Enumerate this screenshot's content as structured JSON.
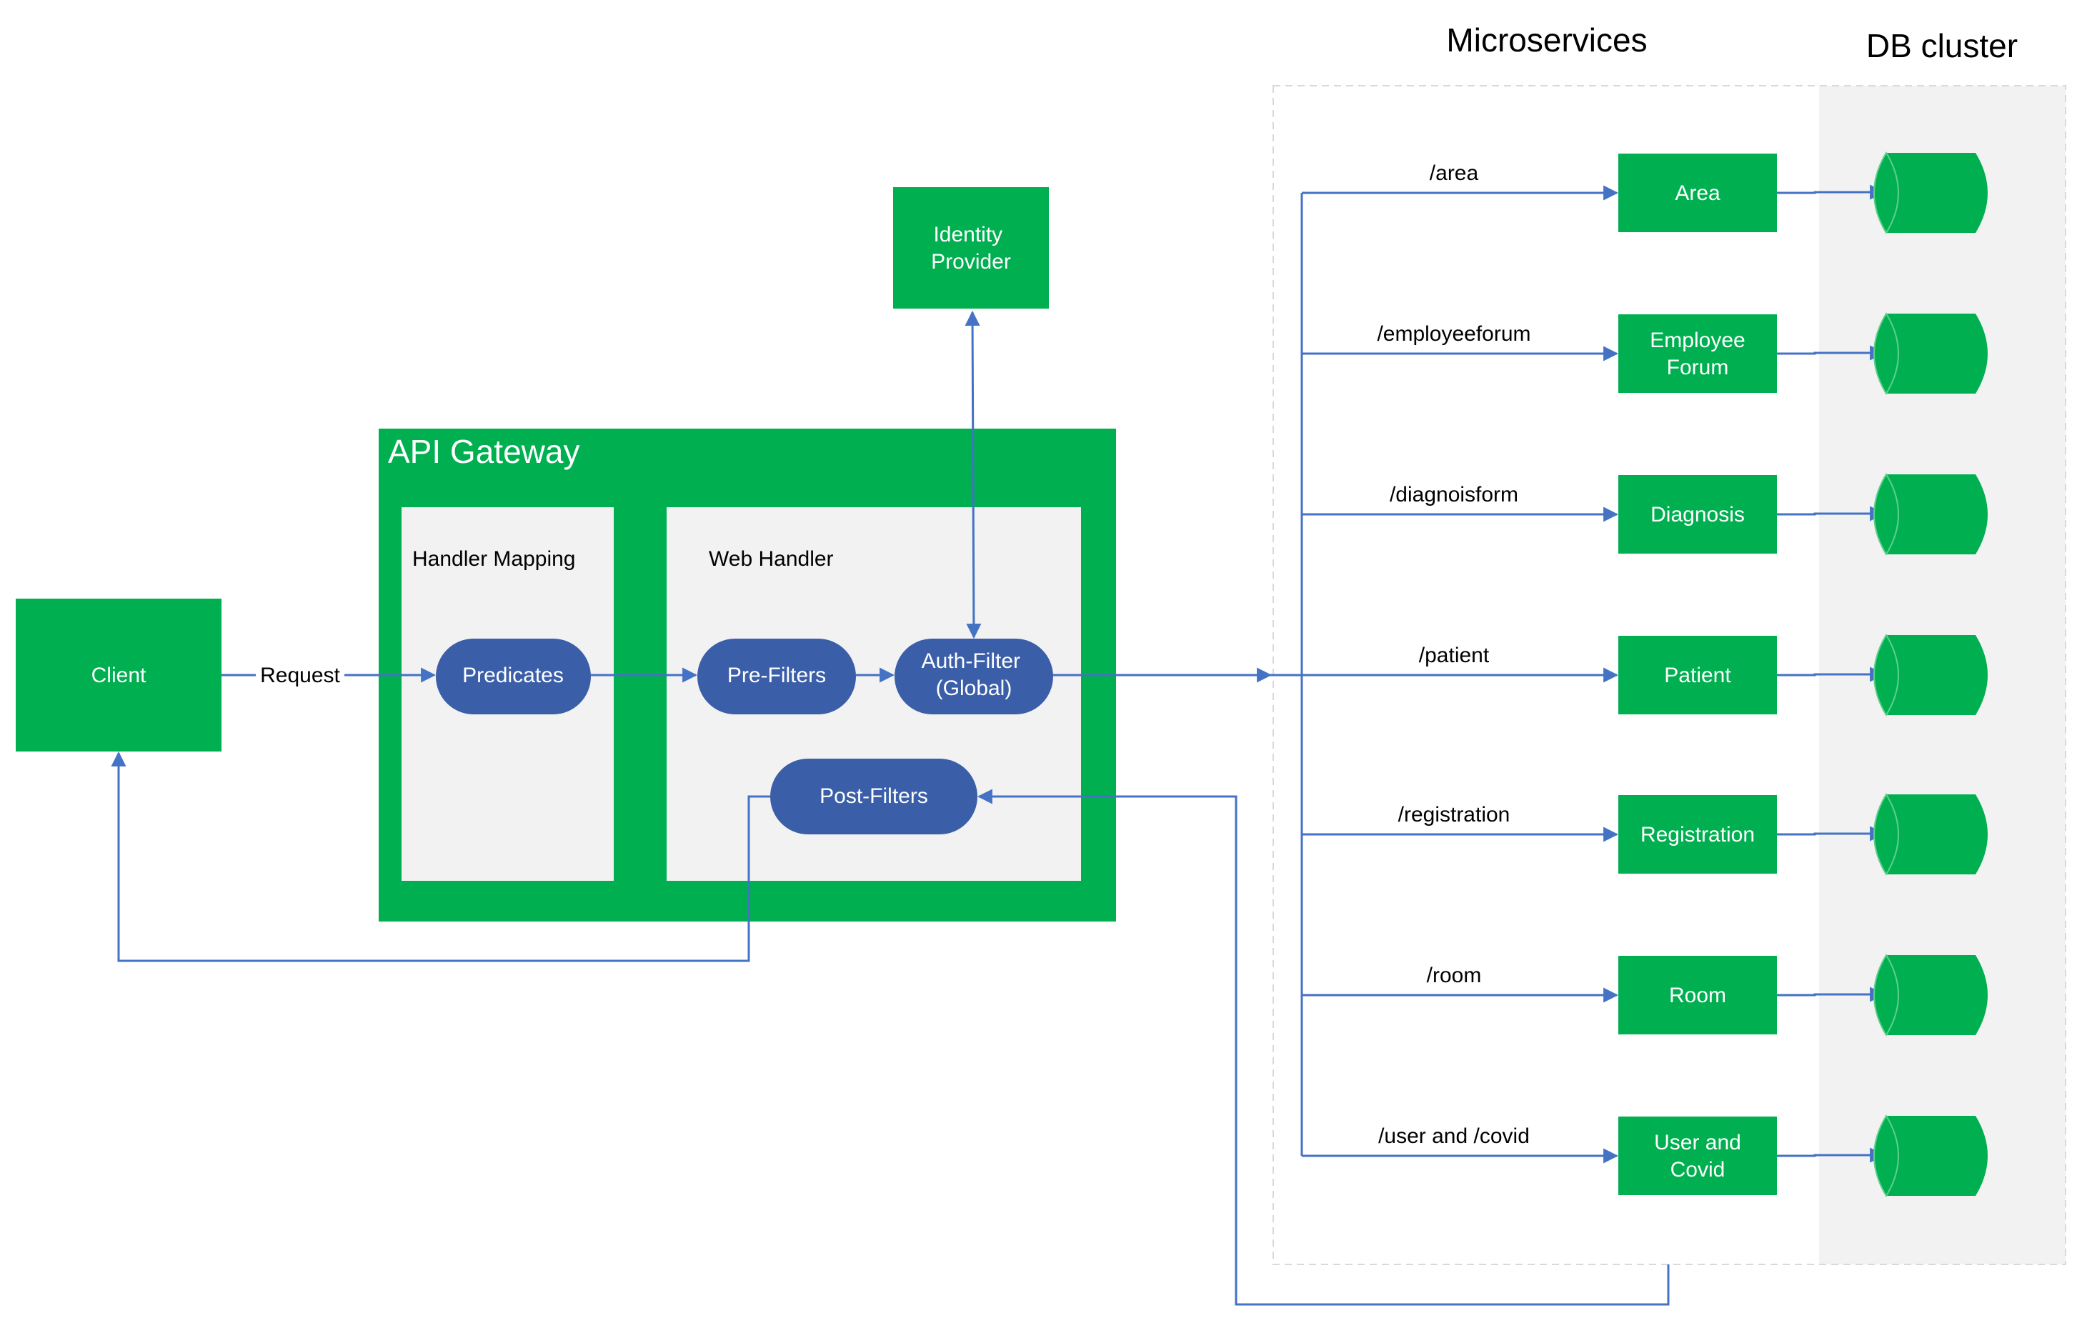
{
  "columns": {
    "microservices": "Microservices",
    "db_cluster": "DB cluster"
  },
  "client": {
    "label": "Client"
  },
  "request_label": "Request",
  "identity_provider": {
    "line1": "Identity",
    "line2": "Provider"
  },
  "gateway": {
    "title": "API Gateway",
    "handler_mapping": "Handler Mapping",
    "web_handler": "Web Handler",
    "predicates": "Predicates",
    "pre_filters": "Pre-Filters",
    "auth_filter": {
      "line1": "Auth-Filter",
      "line2": "(Global)"
    },
    "post_filters": "Post-Filters"
  },
  "routes": [
    {
      "path": "/area",
      "service": [
        "Area"
      ]
    },
    {
      "path": "/employeeforum",
      "service": [
        "Employee",
        "Forum"
      ]
    },
    {
      "path": "/diagnoisform",
      "service": [
        "Diagnosis"
      ]
    },
    {
      "path": "/patient",
      "service": [
        "Patient"
      ]
    },
    {
      "path": "/registration",
      "service": [
        "Registration"
      ]
    },
    {
      "path": "/room",
      "service": [
        "Room"
      ]
    },
    {
      "path": "/user and /covid",
      "service": [
        "User and",
        "Covid"
      ]
    }
  ],
  "colors": {
    "green": "#00b050",
    "filter_blue": "#3a5ea8",
    "arrow_blue": "#4472c4",
    "panel_gray": "#f2f2f2",
    "dashed_border": "#d9d9d9"
  }
}
